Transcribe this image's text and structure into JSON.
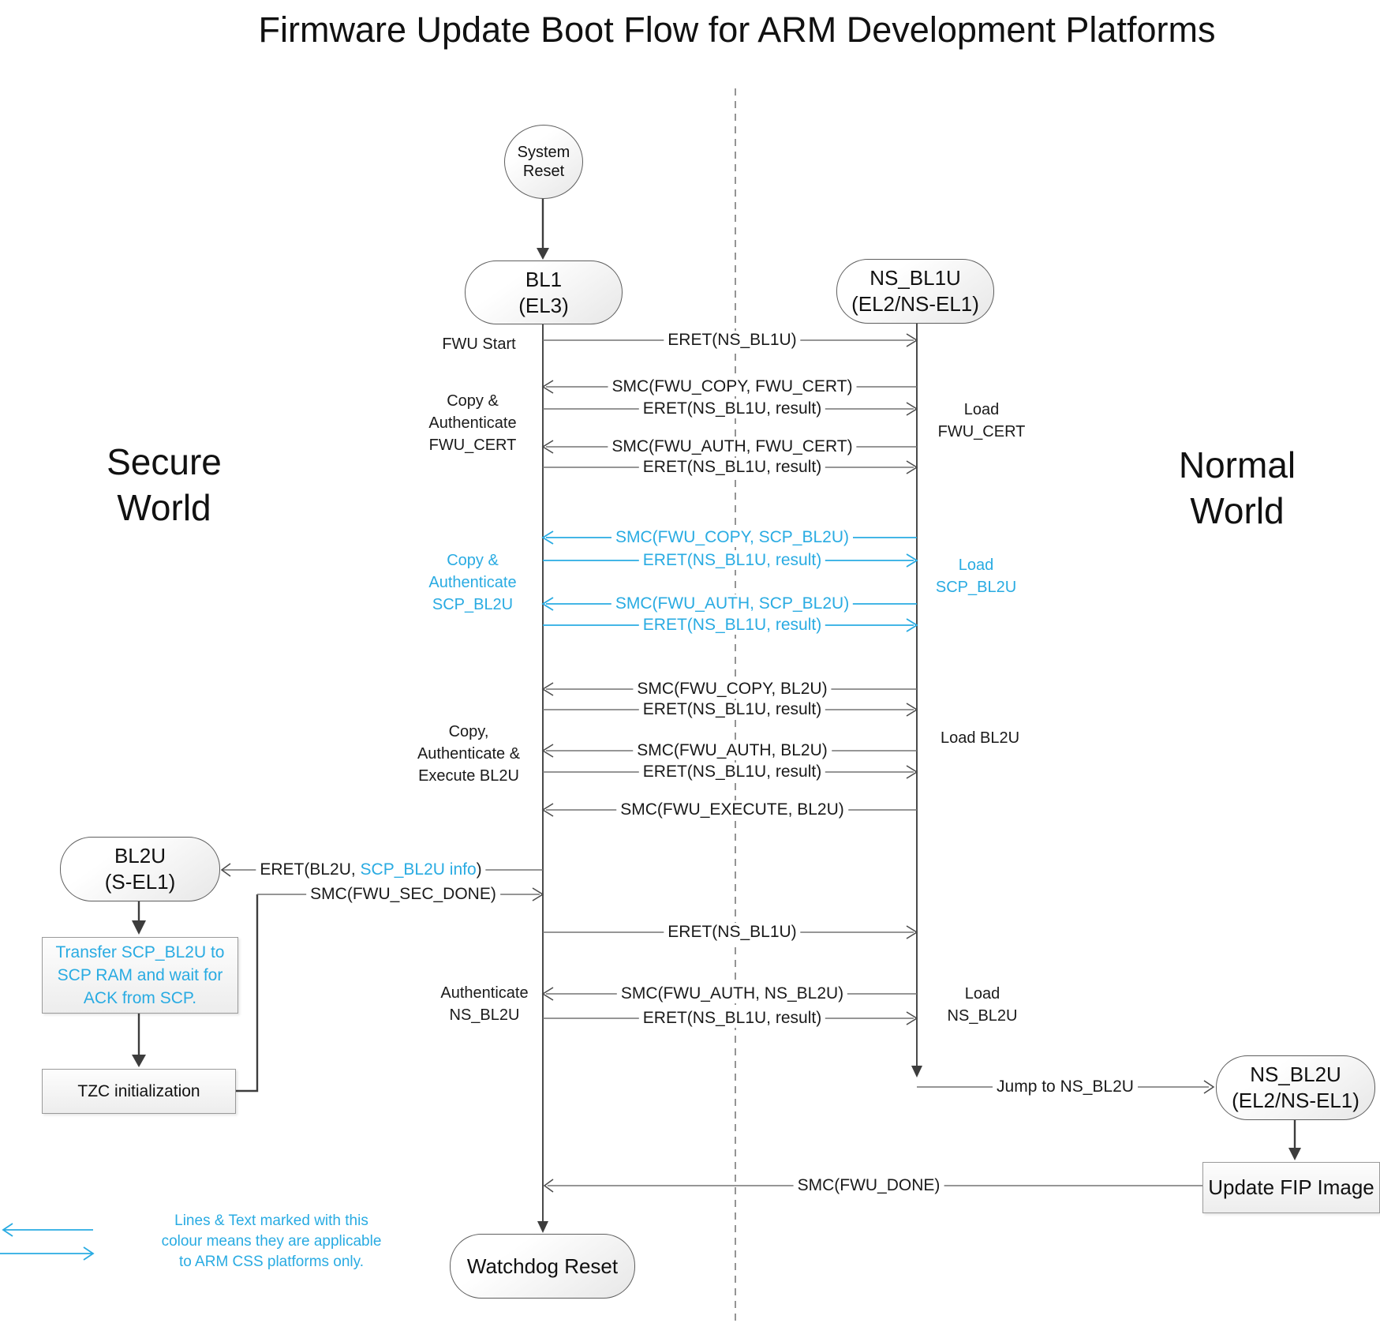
{
  "title": "Firmware Update Boot Flow for ARM Development Platforms",
  "colors": {
    "accent": "#29ABE2",
    "line": "#737373",
    "connector": "#3d3d3d"
  },
  "worlds": {
    "secure": "Secure\nWorld",
    "normal": "Normal\nWorld"
  },
  "nodes": {
    "system_reset": {
      "label": "System\nReset"
    },
    "bl1": {
      "label": "BL1\n(EL3)"
    },
    "ns_bl1u": {
      "label": "NS_BL1U\n(EL2/NS-EL1)"
    },
    "bl2u": {
      "label": "BL2U\n(S-EL1)"
    },
    "ns_bl2u": {
      "label": "NS_BL2U\n(EL2/NS-EL1)"
    },
    "transfer_scp": {
      "label": "Transfer SCP_BL2U to\nSCP RAM and wait for\nACK from SCP.",
      "css_only": true
    },
    "tzc": {
      "label": "TZC initialization"
    },
    "update_fip": {
      "label": "Update FIP Image"
    },
    "watchdog_reset": {
      "label": "Watchdog Reset"
    }
  },
  "messages": [
    {
      "text": "ERET(NS_BL1U)",
      "direction": "to-normal",
      "css_only": false
    },
    {
      "text": "SMC(FWU_COPY, FWU_CERT)",
      "direction": "to-secure",
      "css_only": false
    },
    {
      "text": "ERET(NS_BL1U, result)",
      "direction": "to-normal",
      "css_only": false
    },
    {
      "text": "SMC(FWU_AUTH, FWU_CERT)",
      "direction": "to-secure",
      "css_only": false
    },
    {
      "text": "ERET(NS_BL1U, result)",
      "direction": "to-normal",
      "css_only": false
    },
    {
      "text": "SMC(FWU_COPY, SCP_BL2U)",
      "direction": "to-secure",
      "css_only": true
    },
    {
      "text": "ERET(NS_BL1U, result)",
      "direction": "to-normal",
      "css_only": true
    },
    {
      "text": "SMC(FWU_AUTH, SCP_BL2U)",
      "direction": "to-secure",
      "css_only": true
    },
    {
      "text": "ERET(NS_BL1U, result)",
      "direction": "to-normal",
      "css_only": true
    },
    {
      "text": "SMC(FWU_COPY, BL2U)",
      "direction": "to-secure",
      "css_only": false
    },
    {
      "text": "ERET(NS_BL1U, result)",
      "direction": "to-normal",
      "css_only": false
    },
    {
      "text": "SMC(FWU_AUTH, BL2U)",
      "direction": "to-secure",
      "css_only": false
    },
    {
      "text": "ERET(NS_BL1U, result)",
      "direction": "to-normal",
      "css_only": false
    },
    {
      "text": "SMC(FWU_EXECUTE, BL2U)",
      "direction": "to-secure",
      "css_only": false
    },
    {
      "prefix": "ERET(BL2U, ",
      "highlight": "SCP_BL2U info",
      "suffix": ")",
      "direction": "to-bl2u",
      "css_only": "partial"
    },
    {
      "text": "SMC(FWU_SEC_DONE)",
      "direction": "to-bl1",
      "css_only": false
    },
    {
      "text": "ERET(NS_BL1U)",
      "direction": "to-normal",
      "css_only": false
    },
    {
      "text": "SMC(FWU_AUTH, NS_BL2U)",
      "direction": "to-secure",
      "css_only": false
    },
    {
      "text": "ERET(NS_BL1U, result)",
      "direction": "to-normal",
      "css_only": false
    },
    {
      "text": "Jump to NS_BL2U",
      "direction": "to-ns-bl2u",
      "css_only": false
    },
    {
      "text": "SMC(FWU_DONE)",
      "direction": "to-bl1",
      "css_only": false
    }
  ],
  "side_labels": {
    "fwu_start": "FWU Start",
    "copy_auth_fwu_cert": "Copy &\nAuthenticate\nFWU_CERT",
    "load_fwu_cert": "Load\nFWU_CERT",
    "copy_auth_scp_bl2u": "Copy &\nAuthenticate\nSCP_BL2U",
    "load_scp_bl2u": "Load\nSCP_BL2U",
    "copy_auth_exec_bl2u": "Copy,\nAuthenticate &\nExecute BL2U",
    "load_bl2u": "Load BL2U",
    "auth_ns_bl2u": "Authenticate\nNS_BL2U",
    "load_ns_bl2u": "Load\nNS_BL2U"
  },
  "legend": {
    "note": "Lines & Text marked with this\ncolour means they are applicable\nto ARM CSS platforms only."
  }
}
